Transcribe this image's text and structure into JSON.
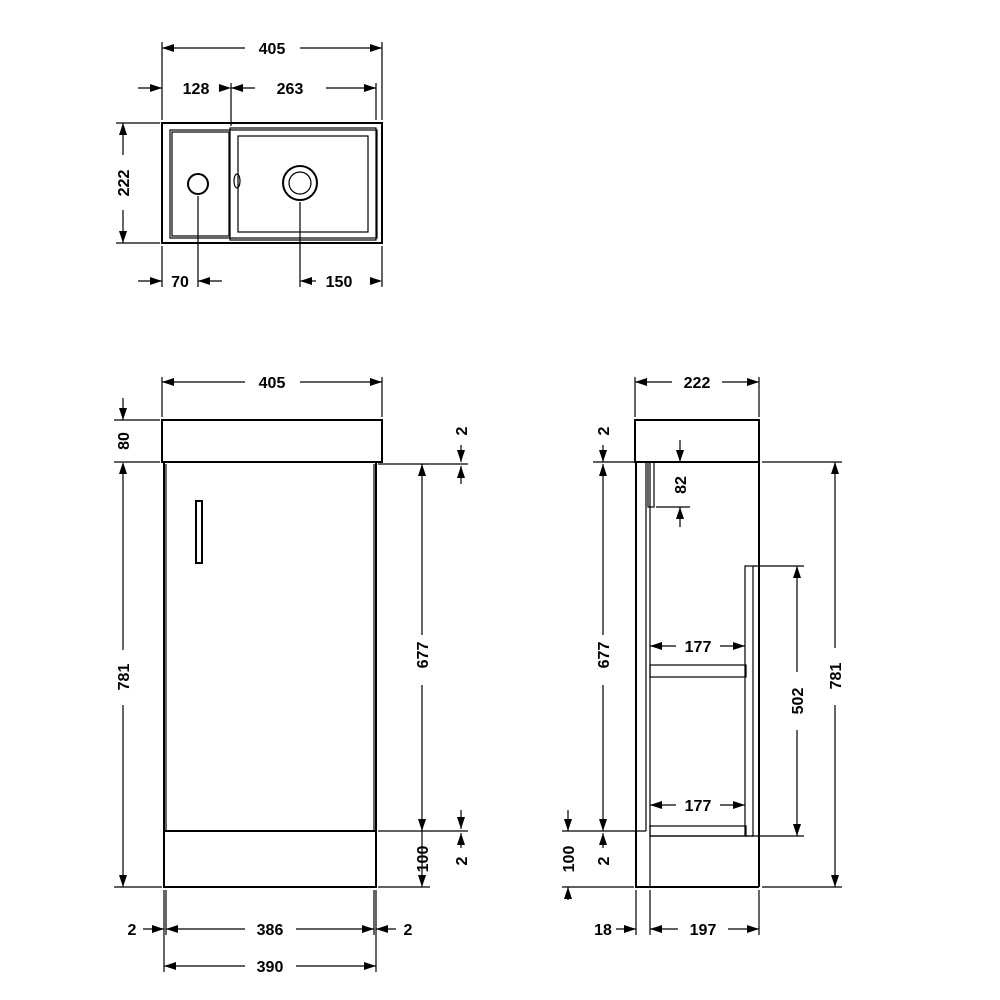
{
  "top_view": {
    "overall_width": "405",
    "shelf_width": "128",
    "basin_width": "263",
    "depth": "222",
    "tap_offset": "70",
    "waste_offset": "150"
  },
  "front_view": {
    "overall_width": "405",
    "basin_height": "80",
    "total_height": "781",
    "door_height": "677",
    "plinth_height": "100",
    "gap_top": "2",
    "gap_bottom": "2",
    "side_left": "2",
    "door_width": "386",
    "side_right": "2",
    "carcass_width": "390"
  },
  "side_view": {
    "overall_depth": "222",
    "gap_top": "2",
    "handle_length": "82",
    "door_height": "677",
    "shelf_depth_top": "177",
    "shelf_depth_bottom": "177",
    "inner_height": "502",
    "total_height": "781",
    "plinth_height": "100",
    "gap_bottom": "2",
    "door_thickness": "18",
    "carcass_depth": "197"
  },
  "colors": {
    "line": "#000000",
    "background": "#ffffff"
  }
}
